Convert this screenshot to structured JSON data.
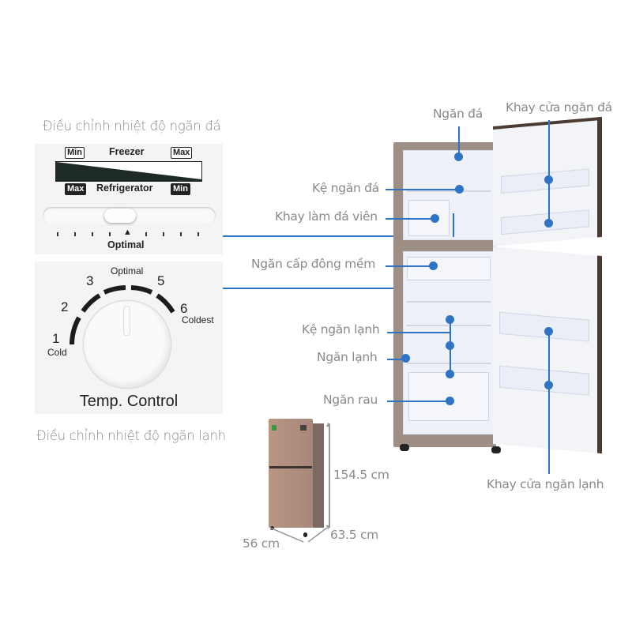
{
  "freezer_control": {
    "caption": "Điều chỉnh nhiệt độ ngăn đá",
    "top_min": "Min",
    "top_title": "Freezer",
    "top_max": "Max",
    "bottom_max": "Max",
    "bottom_title": "Refrigerator",
    "bottom_min": "Min",
    "indicator": "▲",
    "optimal_label": "Optimal"
  },
  "temp_control": {
    "caption": "Điều chỉnh nhiệt độ ngăn lạnh",
    "title": "Temp. Control",
    "optimal_label": "Optimal",
    "numbers": [
      "1",
      "2",
      "3",
      "5",
      "6"
    ],
    "cold_label": "Cold",
    "coldest_label": "Coldest"
  },
  "callouts": {
    "ngan_da": "Ngăn đá",
    "khay_cua_ngan_da": "Khay cửa ngăn đá",
    "ke_ngan_da": "Kệ ngăn đá",
    "khay_lam_da_vien": "Khay làm đá viên",
    "ngan_cap_dong_mem": "Ngăn cấp đông mềm",
    "ke_ngan_lanh": "Kệ ngăn lạnh",
    "ngan_lanh": "Ngăn lạnh",
    "ngan_rau": "Ngăn rau",
    "khay_cua_ngan_lanh": "Khay cửa ngăn lạnh"
  },
  "dimensions": {
    "height": "154.5 cm",
    "width": "56 cm",
    "depth": "63.5 cm"
  },
  "colors": {
    "accent": "#2f73c4",
    "label_gray": "#8a8a8a",
    "panel_bg": "#f4f4f4",
    "fridge_bronze": "#a8877a"
  }
}
